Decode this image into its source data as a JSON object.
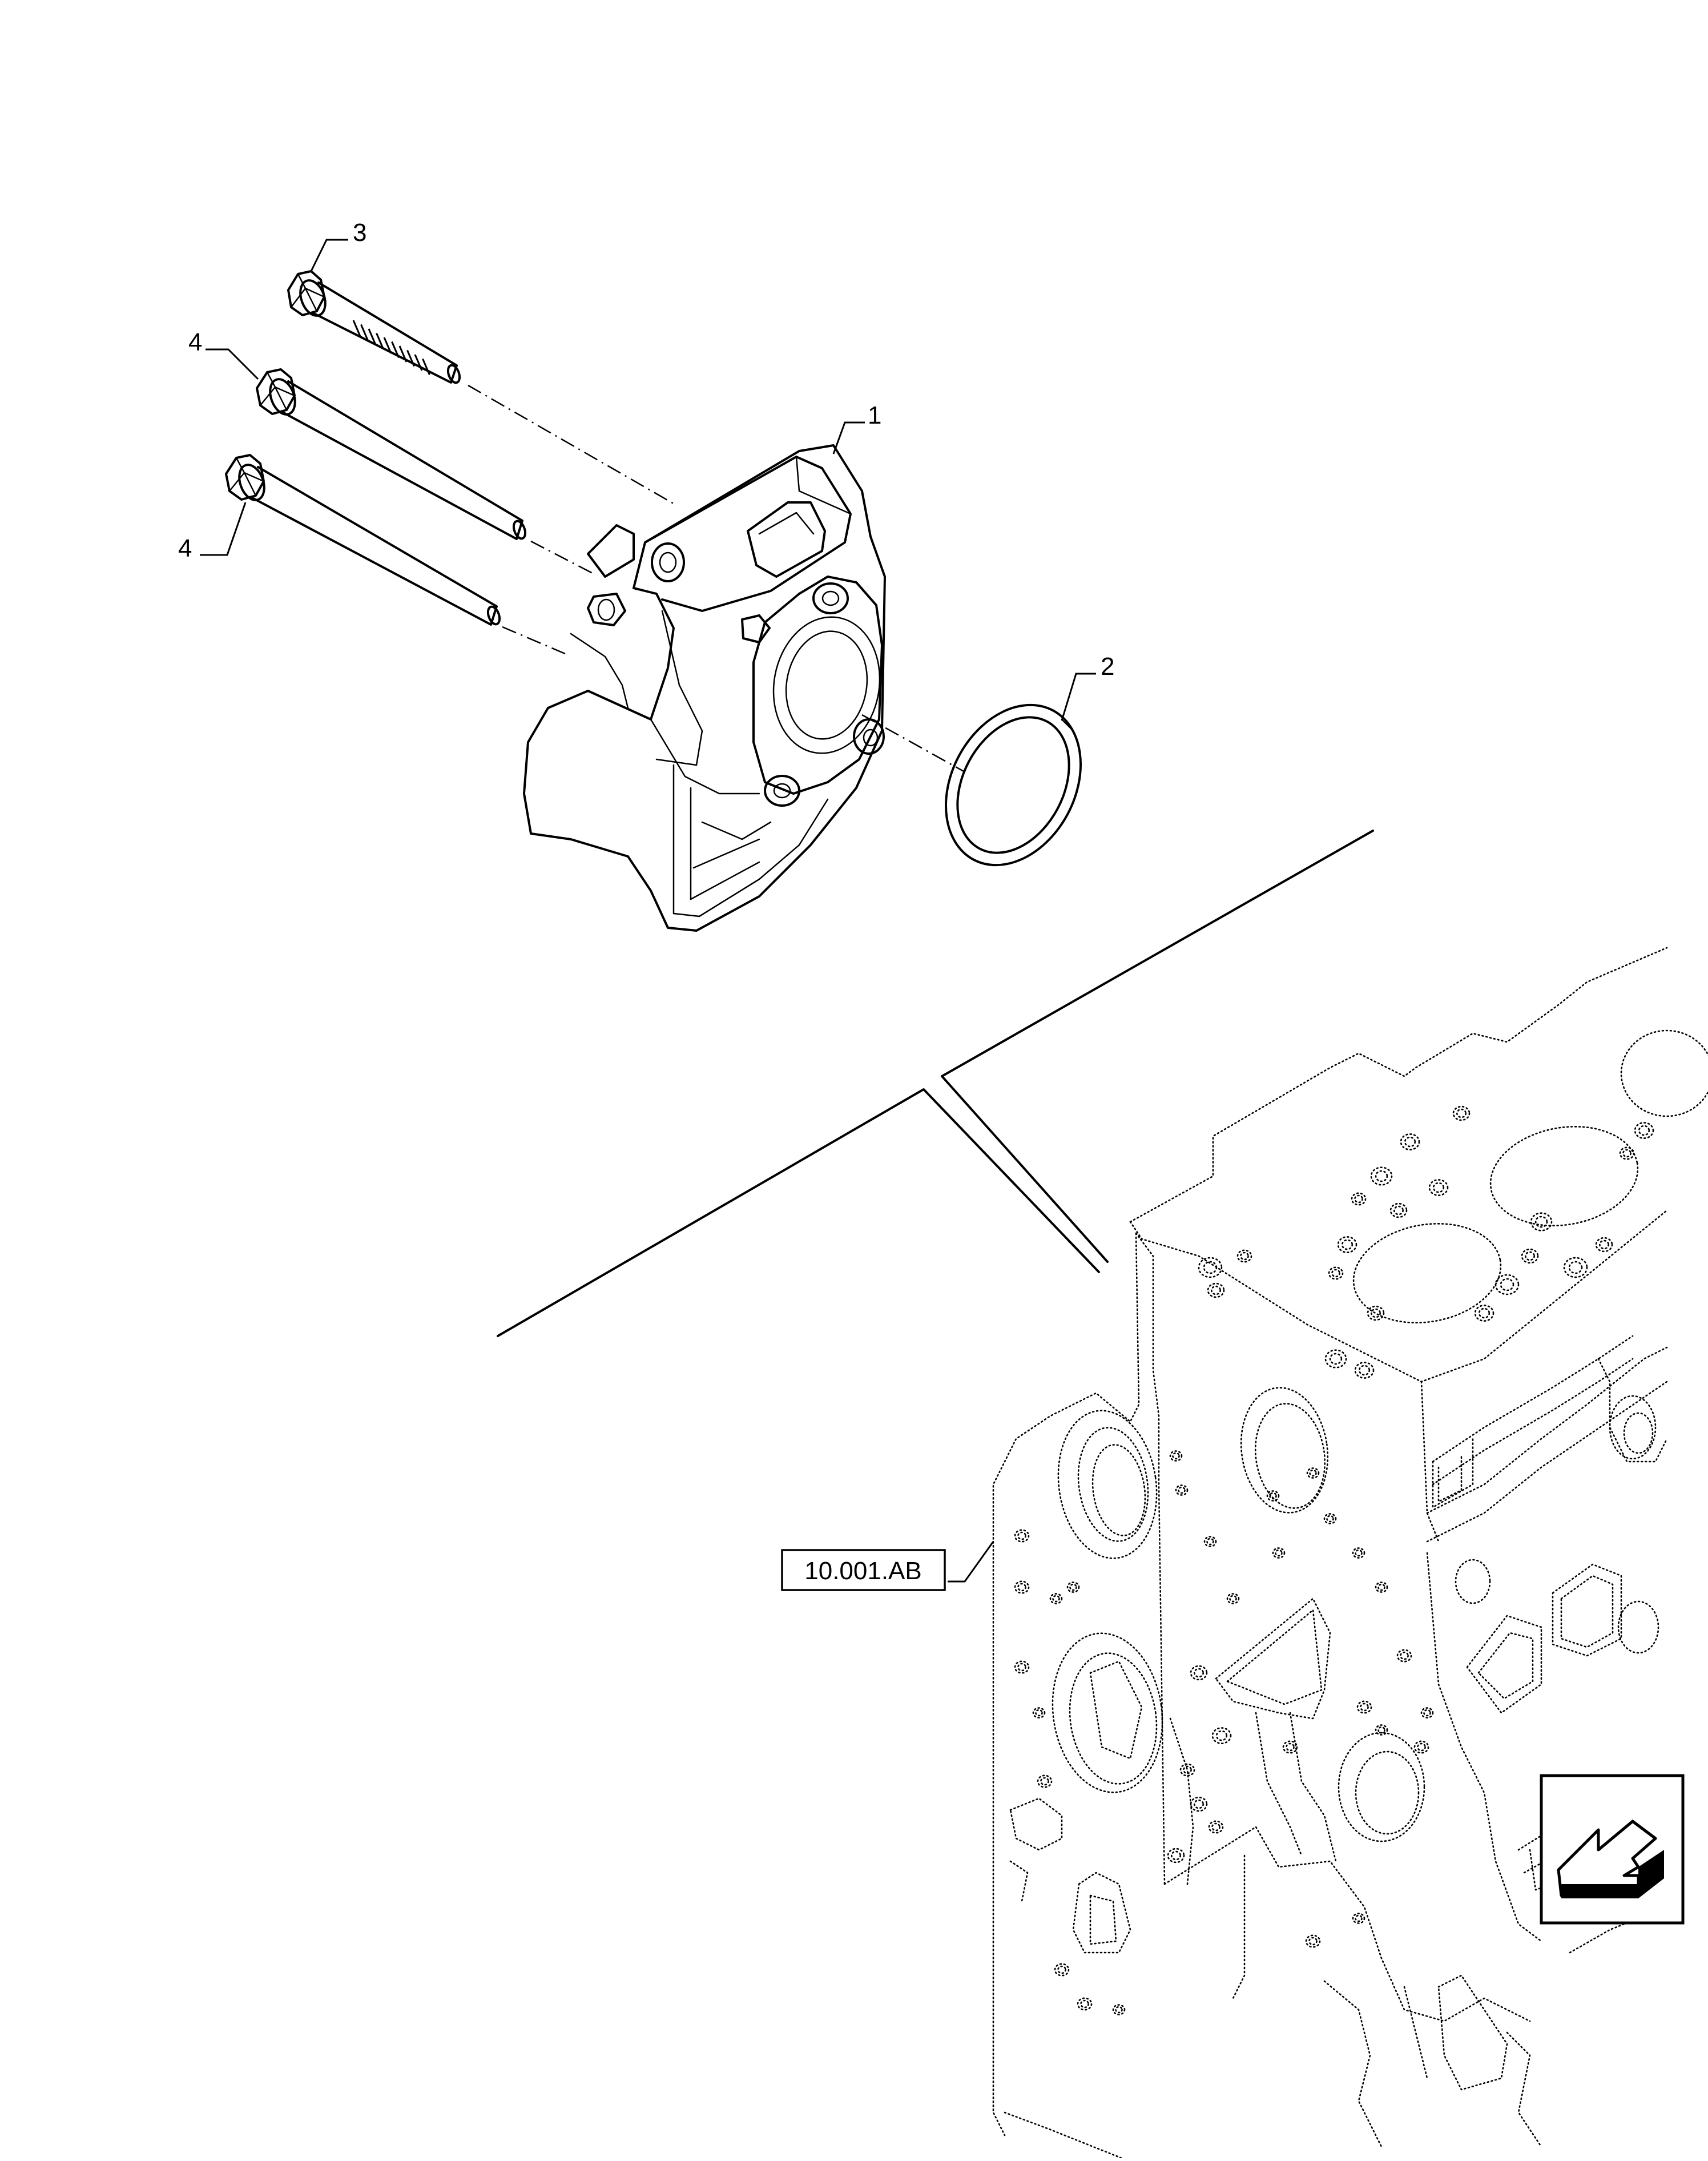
{
  "diagram": {
    "callouts": [
      {
        "id": "part-1",
        "label": "1"
      },
      {
        "id": "part-2",
        "label": "2"
      },
      {
        "id": "part-3",
        "label": "3"
      },
      {
        "id": "part-4a",
        "label": "4"
      },
      {
        "id": "part-4b",
        "label": "4"
      }
    ],
    "reference_label": "10.001.AB",
    "nav_icon": "previous-page-arrow-icon"
  }
}
